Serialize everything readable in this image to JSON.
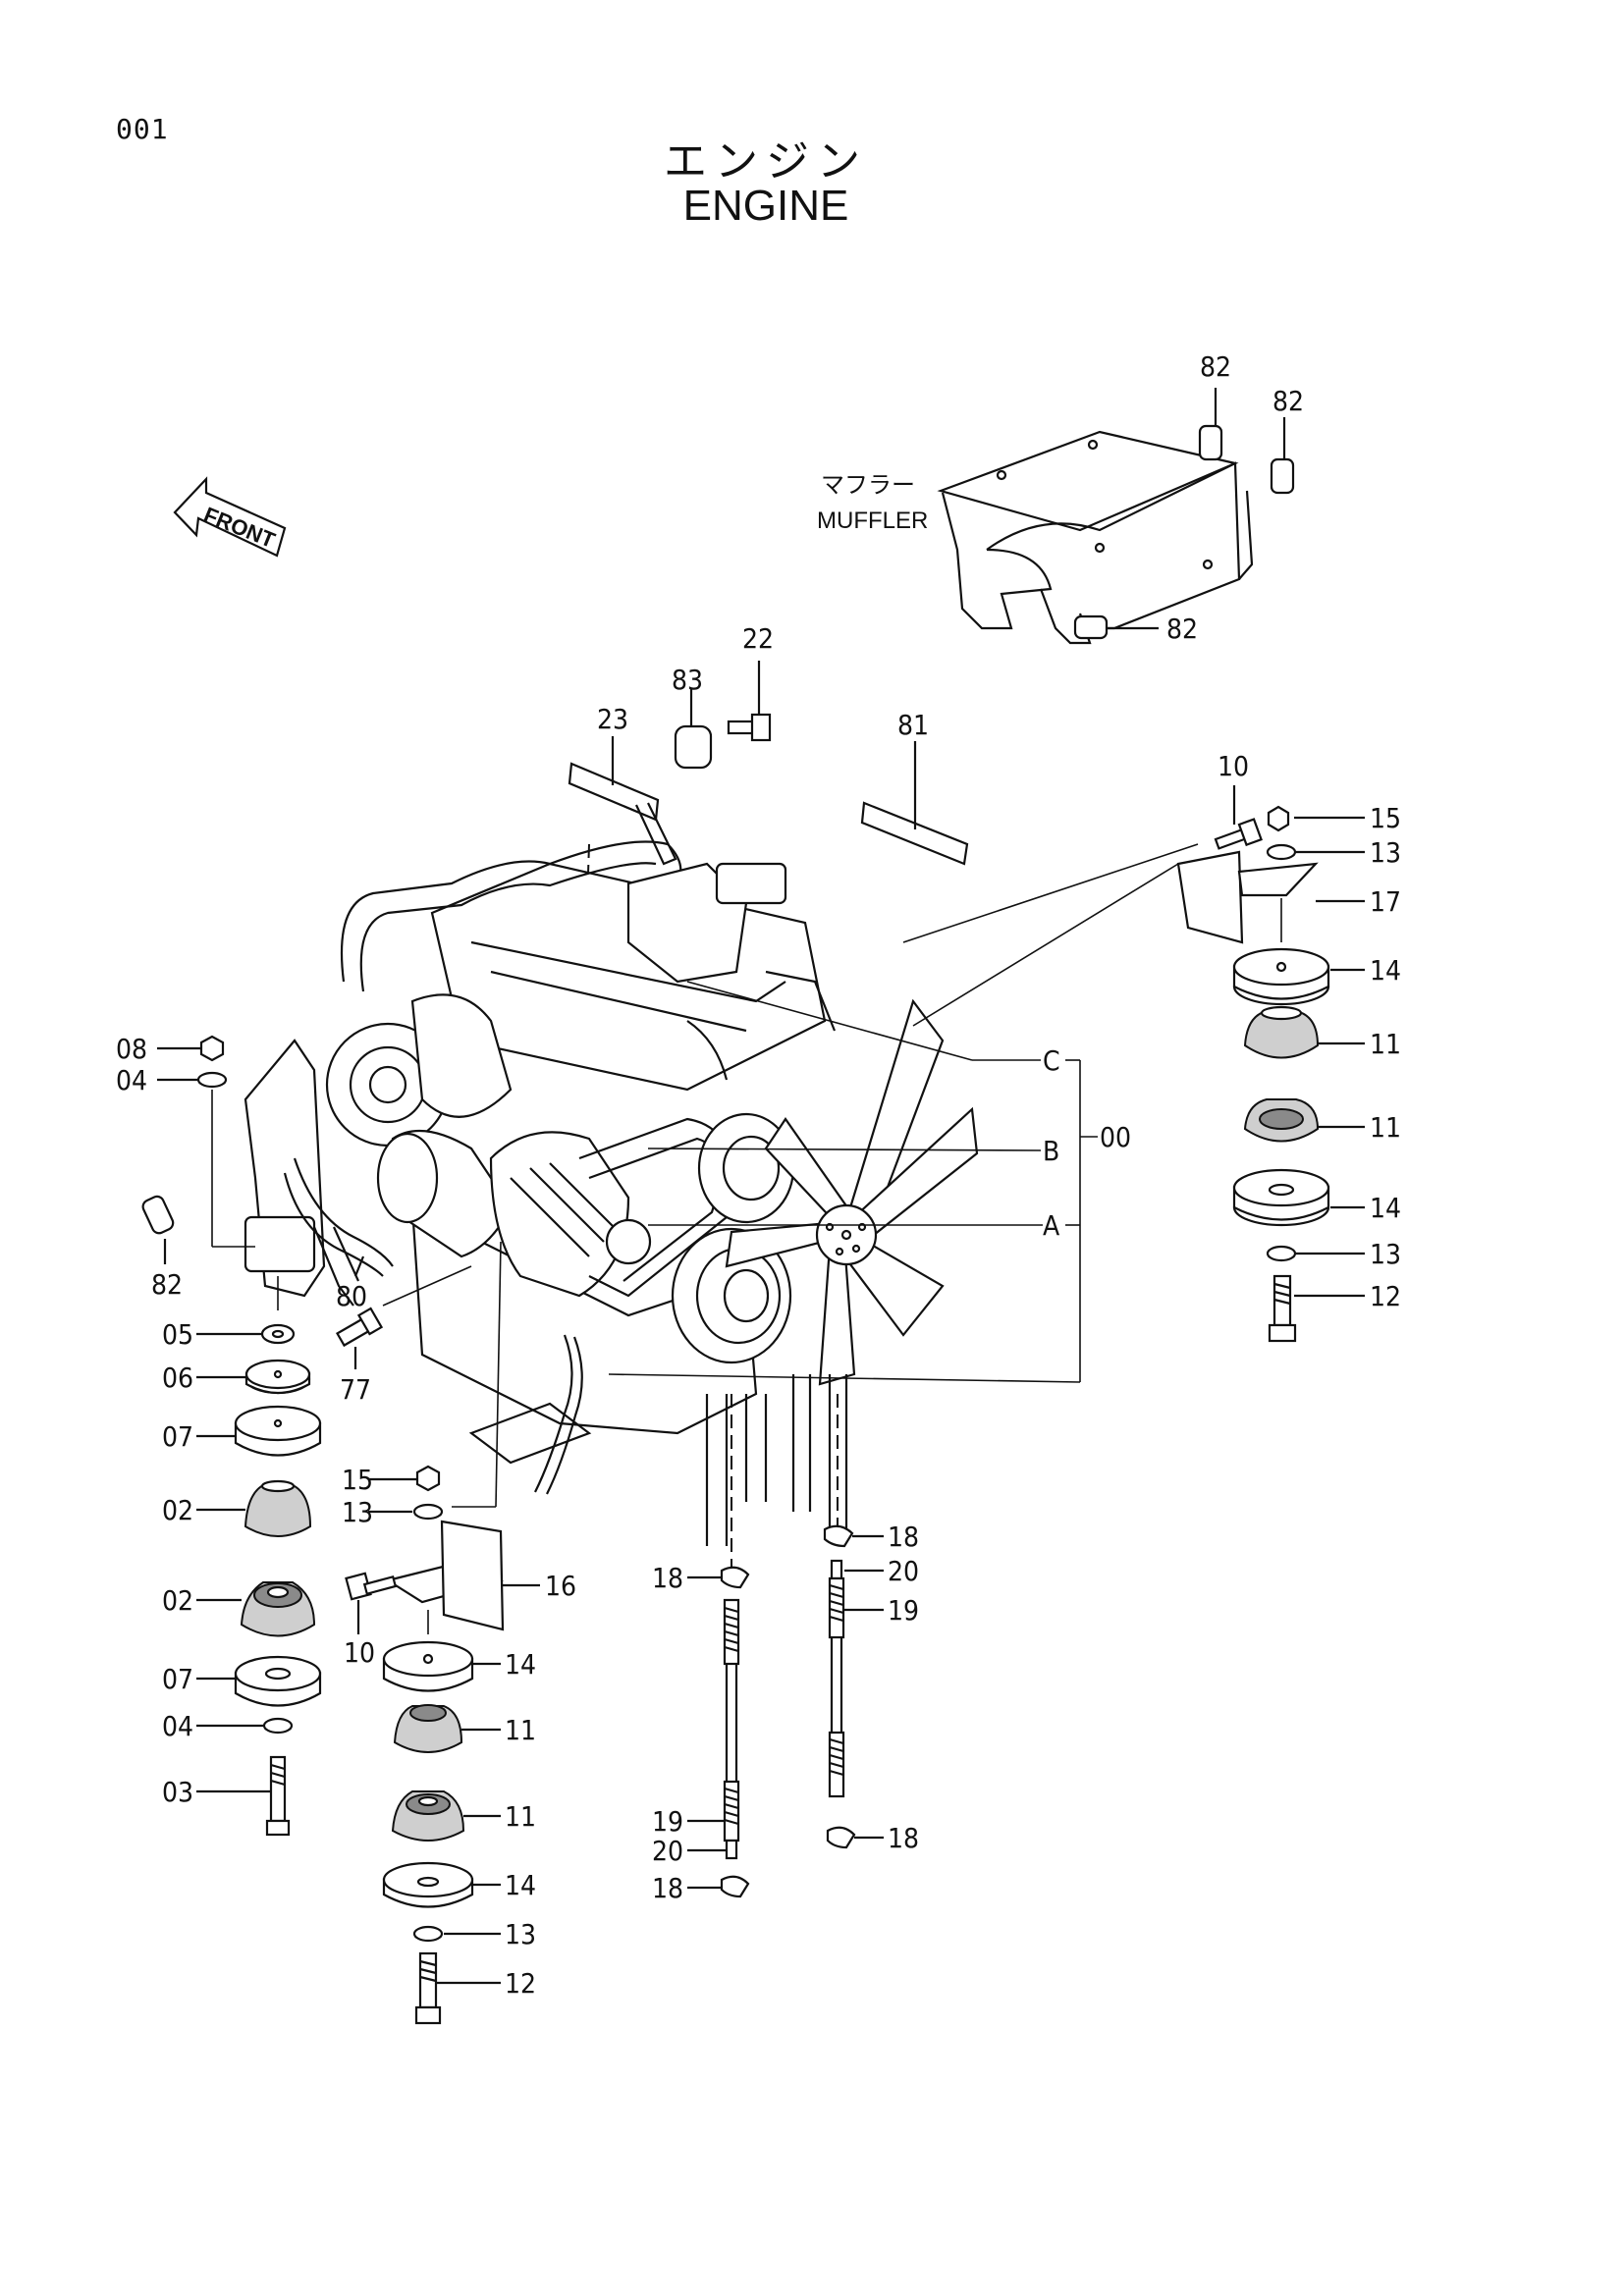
{
  "header": {
    "page_number": "001",
    "title_jp": "エンジン",
    "title_en": "ENGINE"
  },
  "annotations": {
    "front": "FRONT",
    "muffler_jp": "マフラー",
    "muffler_en": "MUFFLER"
  },
  "callouts": {
    "c82_top1": "82",
    "c82_top2": "82",
    "c82_muffler": "82",
    "c82_left": "82",
    "c22": "22",
    "c83": "83",
    "c23": "23",
    "c81": "81",
    "c10_r": "10",
    "c15_r": "15",
    "c13_r": "13",
    "c17": "17",
    "c14_r": "14",
    "c11_r1": "11",
    "c11_r2": "11",
    "c14_r2": "14",
    "c13_r2": "13",
    "c12_r": "12",
    "c08": "08",
    "c04_t": "04",
    "c05": "05",
    "c06": "06",
    "c07_t": "07",
    "c02_a": "02",
    "c02_b": "02",
    "c07_b": "07",
    "c04_b": "04",
    "c03": "03",
    "c80": "80",
    "c77": "77",
    "c15_m": "15",
    "c13_m": "13",
    "c16": "16",
    "c10_m": "10",
    "c14_m": "14",
    "c11_m1": "11",
    "c11_m2": "11",
    "c14_m2": "14",
    "c13_m2": "13",
    "c12_m": "12",
    "c18_a": "18",
    "c18_b": "18",
    "c20_a": "20",
    "c19_a": "19",
    "c19_b": "19",
    "c20_b": "20",
    "c18_c": "18",
    "c18_d": "18",
    "refC": "C",
    "refB": "B",
    "refA": "A",
    "c00": "00"
  }
}
